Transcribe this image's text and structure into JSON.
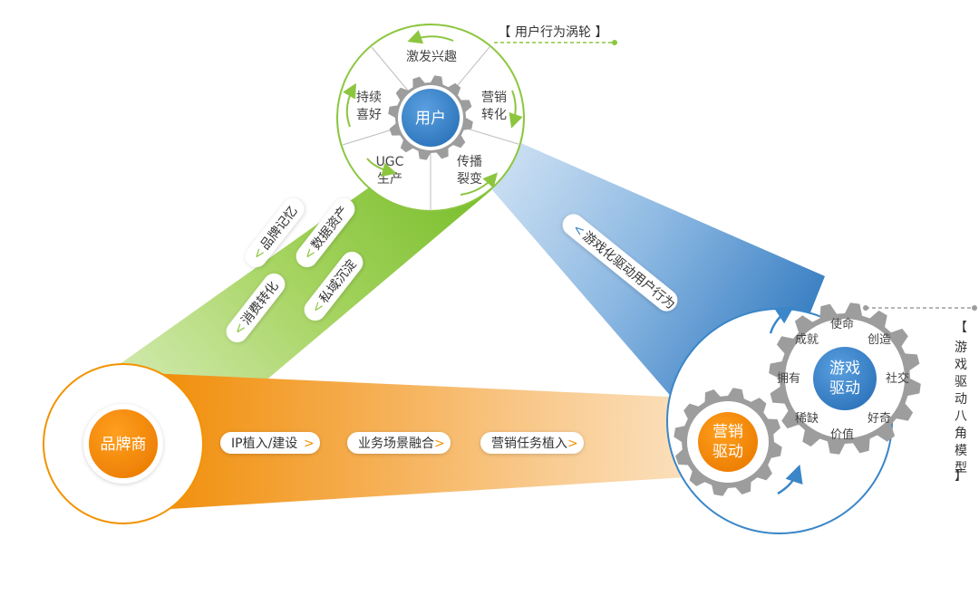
{
  "hubs": {
    "user": "用户",
    "brand": "品牌商",
    "marketing": [
      "营销",
      "驱动"
    ],
    "game": [
      "游戏",
      "驱动"
    ]
  },
  "user_vortex": {
    "title": "【 用户行为涡轮 】",
    "segments": {
      "top": "激发兴趣",
      "right_top": [
        "营销",
        "转化"
      ],
      "right_bottom": [
        "传播",
        "裂变"
      ],
      "left_bottom": [
        "UGC",
        "生产"
      ],
      "left_top": [
        "持续",
        "喜好"
      ]
    }
  },
  "green_band": {
    "pills": [
      "品牌记忆",
      "数据资产",
      "消费转化",
      "私域沉淀"
    ]
  },
  "blue_band": {
    "label": "游戏化驱动用户行为"
  },
  "orange_band": {
    "pills": [
      "IP植入/建设",
      "业务场景融合",
      "营销任务植入"
    ]
  },
  "octalysis": {
    "title": [
      "游",
      "戏",
      "驱",
      "动",
      "八",
      "角",
      "模",
      "型"
    ],
    "drives": [
      "使命",
      "创造",
      "社交",
      "好奇",
      "价值",
      "稀缺",
      "拥有",
      "成就"
    ]
  },
  "colors": {
    "green": "#8cc63f",
    "blue": "#3a86c8",
    "orange": "#f39200",
    "gear": "#9d9d9d",
    "white": "#ffffff"
  }
}
